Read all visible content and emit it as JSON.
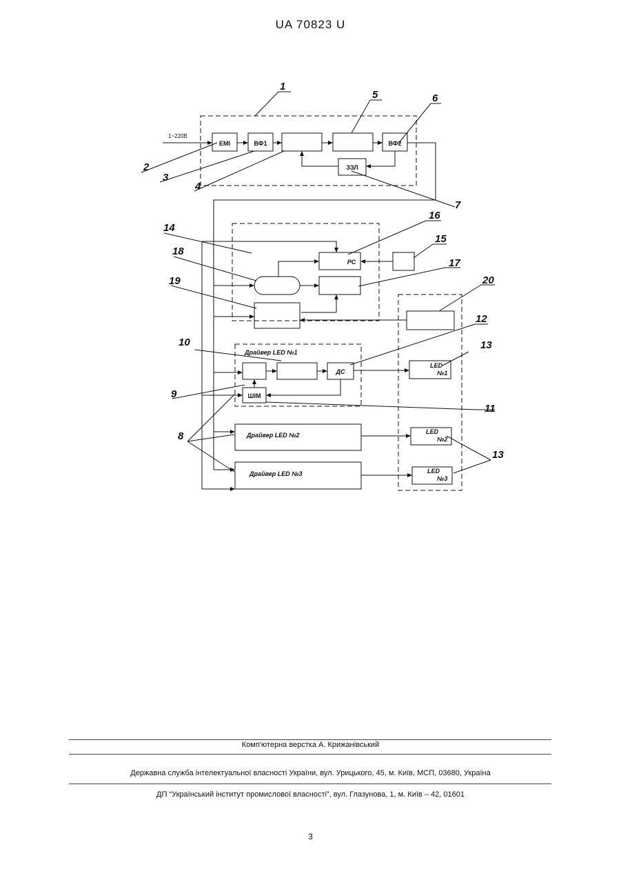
{
  "header": {
    "doc_number": "UA   70823   U"
  },
  "diagram": {
    "input_label": "1~220В",
    "blocks": {
      "emi": "ЕМІ",
      "vf1": "ВФ1",
      "vf2": "ВФ2",
      "zzl": "ЗЗЛ",
      "rs": "РС",
      "ds": "ДС",
      "shim": "ШІМ"
    },
    "drivers": [
      "Драйвер LED №1",
      "Драйвер LED №2",
      "Драйвер LED №3"
    ],
    "leds": [
      {
        "line1": "LED",
        "line2": "№1"
      },
      {
        "line1": "LED",
        "line2": "№2"
      },
      {
        "line1": "LED",
        "line2": "№3"
      }
    ],
    "callouts": [
      "1",
      "2",
      "3",
      "4",
      "5",
      "6",
      "7",
      "8",
      "9",
      "10",
      "11",
      "12",
      "13",
      "14",
      "15",
      "16",
      "17",
      "18",
      "19",
      "20",
      "13"
    ]
  },
  "footer": {
    "layout_credit": "Комп'ютерна верстка А. Крижанівський",
    "agency": "Державна служба інтелектуальної власності України, вул. Урицького, 45, м. Київ, МСП, 03680, Україна",
    "institute": "ДП “Український інститут промислової власності”, вул. Глазунова, 1, м. Київ – 42, 01601"
  },
  "page_number": "3"
}
